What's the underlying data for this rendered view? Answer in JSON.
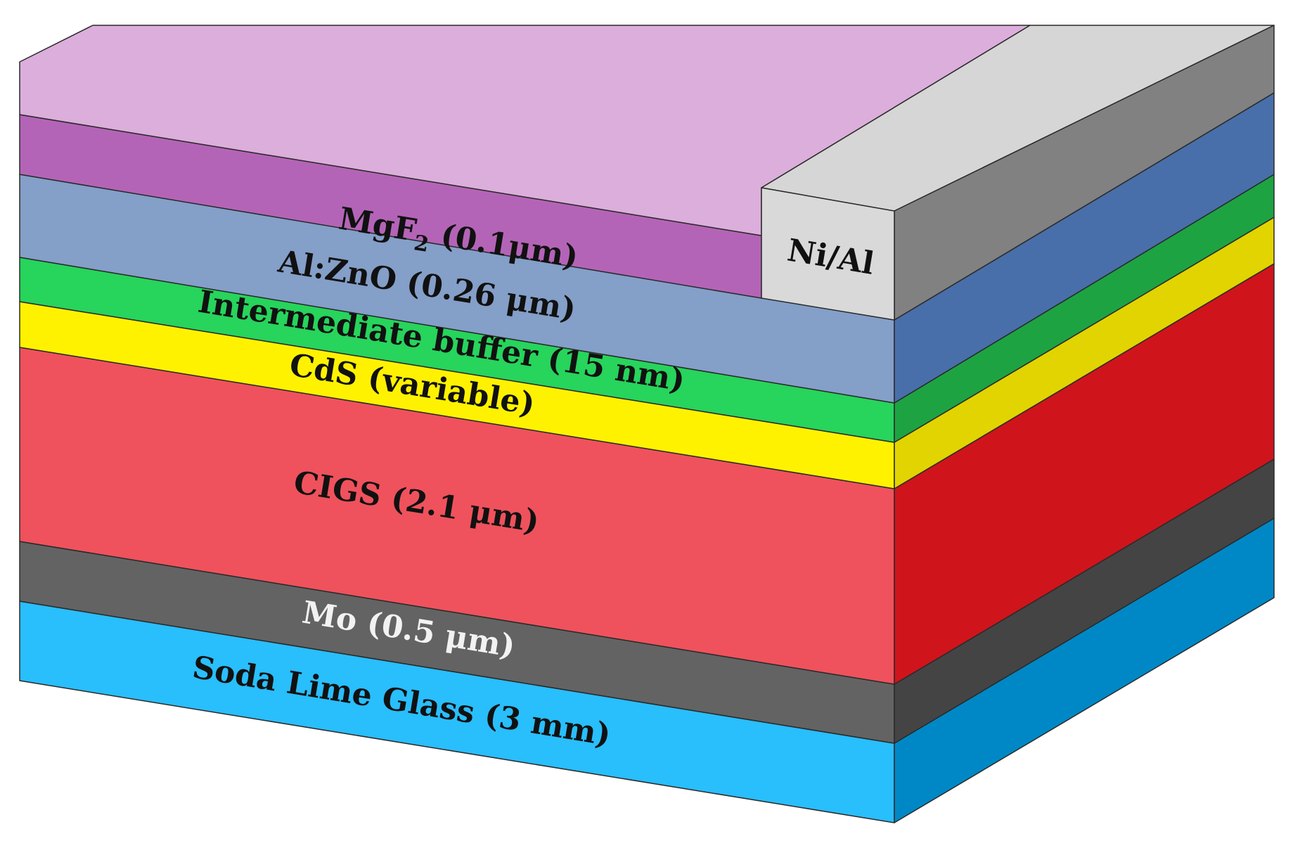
{
  "layers": [
    {
      "id": "glass",
      "label": "Soda Lime Glass (3 mm)",
      "front_color": "#29BEFC",
      "side_color": "#0088C6",
      "label_tone": "dark"
    },
    {
      "id": "mo",
      "label": "Mo (0.5 μm)",
      "front_color": "#636363",
      "side_color": "#444444",
      "label_tone": "light"
    },
    {
      "id": "cigs",
      "label": "CIGS (2.1 μm)",
      "front_color": "#EF525C",
      "side_color": "#D0141C",
      "label_tone": "dark"
    },
    {
      "id": "cds",
      "label": "CdS (variable)",
      "front_color": "#FFF200",
      "side_color": "#E2D400",
      "label_tone": "dark"
    },
    {
      "id": "buffer",
      "label": "Intermediate buffer (15 nm)",
      "front_color": "#27D45C",
      "side_color": "#1EA343",
      "label_tone": "dark"
    },
    {
      "id": "azo",
      "label": "Al:ZnO (0.26 μm)",
      "front_color": "#849FC8",
      "side_color": "#486FAA",
      "label_tone": "dark"
    },
    {
      "id": "mgf2",
      "label_main": "MgF",
      "label_sub": "2",
      "label_rest": " (0.1μm)",
      "front_color": "#B464B7",
      "top_color": "#DCAEDB",
      "label_tone": "dark"
    }
  ],
  "contact": {
    "label": "Ni/Al",
    "front_color": "#D9D9D9",
    "top_color": "#D6D6D6",
    "side_color": "#818181"
  }
}
